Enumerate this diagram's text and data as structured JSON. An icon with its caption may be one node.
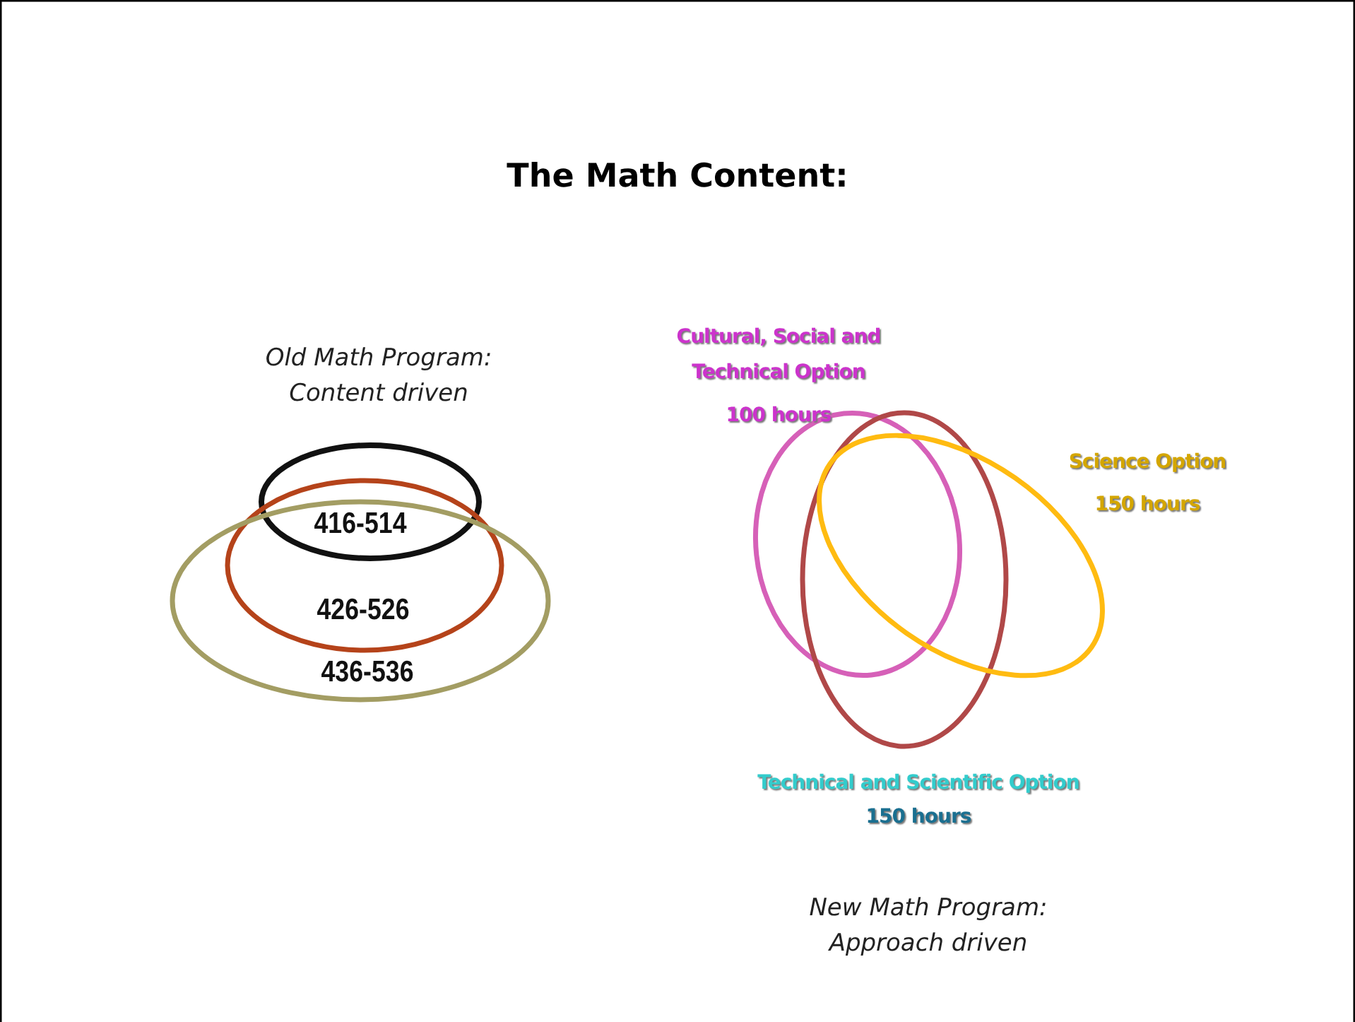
{
  "diagram": {
    "title": "The Math Content:",
    "nodes": [
      {
        "text": [
          "416-514"
        ]
      },
      {
        "text": [
          "426-526"
        ]
      },
      {
        "text": [
          "436-536"
        ]
      },
      {
        "text": [
          "Cultural, Social and Technical Option",
          "100 hours"
        ]
      },
      {
        "text": [
          "Technical and Scientific Option",
          "150 hours"
        ]
      },
      {
        "text": [
          "Science Option",
          "150 hours"
        ]
      }
    ],
    "edges": [],
    "labels": [
      "Old Math Program: Content driven",
      "New Math Program: Approach driven"
    ]
  }
}
